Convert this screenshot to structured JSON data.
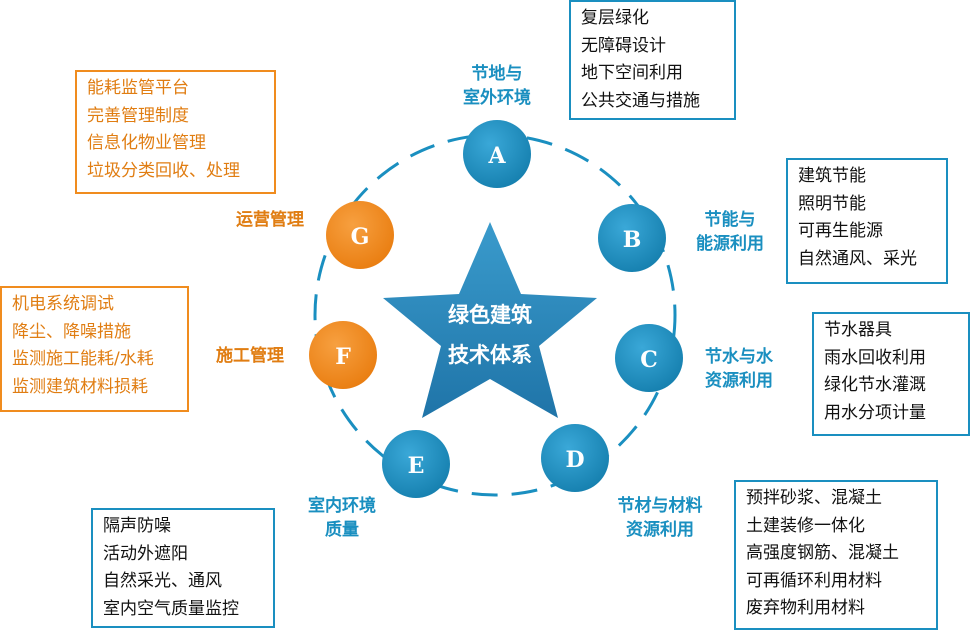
{
  "colors": {
    "primary": "#1a8fc0",
    "accent": "#f08c1e",
    "center_fill": "#2b86b9",
    "text_dark": "#111111"
  },
  "center": {
    "lines": [
      "绿色建筑",
      "技术体系"
    ]
  },
  "nodes": [
    {
      "letter": "A",
      "color": "primary",
      "label": [
        "节地与",
        "室外环境"
      ],
      "items": [
        "复层绿化",
        "无障碍设计",
        "地下空间利用",
        "公共交通与措施"
      ]
    },
    {
      "letter": "B",
      "color": "primary",
      "label": [
        "节能与",
        "能源利用"
      ],
      "items": [
        "建筑节能",
        "照明节能",
        "可再生能源",
        "自然通风、采光"
      ]
    },
    {
      "letter": "C",
      "color": "primary",
      "label": [
        "节水与水",
        "资源利用"
      ],
      "items": [
        "节水器具",
        "雨水回收利用",
        "绿化节水灌溉",
        "用水分项计量"
      ]
    },
    {
      "letter": "D",
      "color": "primary",
      "label": [
        "节材与材料",
        "资源利用"
      ],
      "items": [
        "预拌砂浆、混凝土",
        "土建装修一体化",
        "高强度钢筋、混凝土",
        "可再循环利用材料",
        "废弃物利用材料"
      ]
    },
    {
      "letter": "E",
      "color": "primary",
      "label": [
        "室内环境",
        "质量"
      ],
      "items": [
        "隔声防噪",
        "活动外遮阳",
        "自然采光、通风",
        "室内空气质量监控"
      ]
    },
    {
      "letter": "F",
      "color": "accent",
      "label": [
        "施工管理"
      ],
      "items": [
        "机电系统调试",
        "降尘、降噪措施",
        "监测施工能耗/水耗",
        "监测建筑材料损耗"
      ]
    },
    {
      "letter": "G",
      "color": "accent",
      "label": [
        "运营管理"
      ],
      "items": [
        "能耗监管平台",
        "完善管理制度",
        "信息化物业管理",
        "垃圾分类回收、处理"
      ]
    }
  ]
}
